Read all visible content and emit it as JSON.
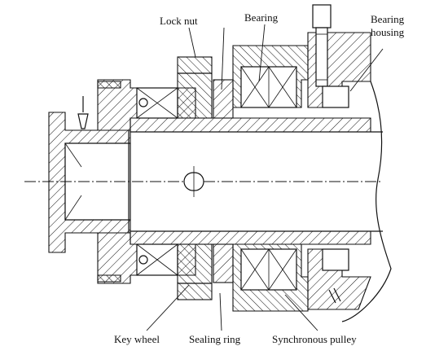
{
  "labels": {
    "lock_nut": "Lock nut",
    "bearing": "Bearing",
    "bearing_housing_line1": "Bearing",
    "bearing_housing_line2": "housing",
    "key_wheel": "Key wheel",
    "sealing_ring": "Sealing ring",
    "synchronous_pulley": "Synchronous pulley"
  },
  "colors": {
    "line": "#111111",
    "background": "#ffffff"
  }
}
